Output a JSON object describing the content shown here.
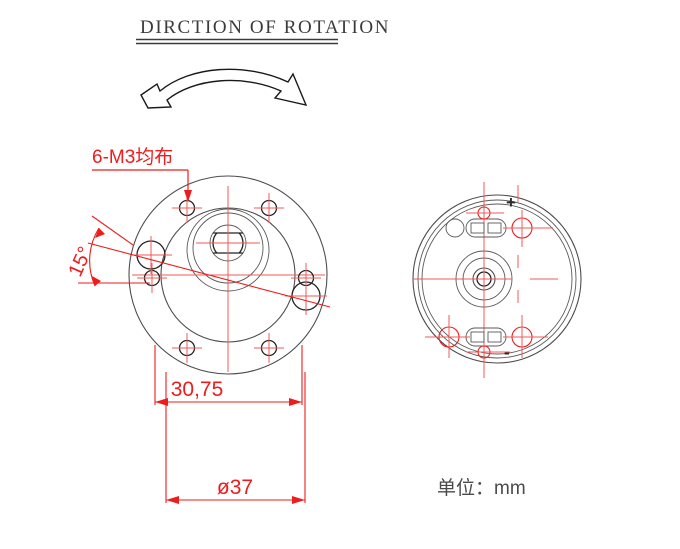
{
  "document": {
    "title": "DIRCTION OF ROTATION",
    "type": "engineering-drawing",
    "unit_note": "单位：mm"
  },
  "annotations": {
    "bolt_callout": "6-M3均布",
    "angle": "15°",
    "bolt_circle_dim": "30,75",
    "outer_diameter_dim": "ø37",
    "terminal_positive": "+",
    "terminal_negative": "-"
  },
  "colors": {
    "dimension_red": "#ee1c1c",
    "centerline_red": "#f05a5a",
    "outline_gray": "#4d4d4d",
    "text_dark": "#3b3b3b",
    "background": "#ffffff"
  },
  "views": {
    "front": {
      "name": "front-view",
      "outer_diameter": 37,
      "bolt_circle": 30.75,
      "hole_count": 6,
      "hole_thread": "M3",
      "angle_offset": 15
    },
    "rear": {
      "name": "rear-view",
      "terminals": [
        "+",
        "-"
      ]
    }
  },
  "rotation_indicator": {
    "name": "rotation-arrow",
    "direction": "clockwise"
  }
}
